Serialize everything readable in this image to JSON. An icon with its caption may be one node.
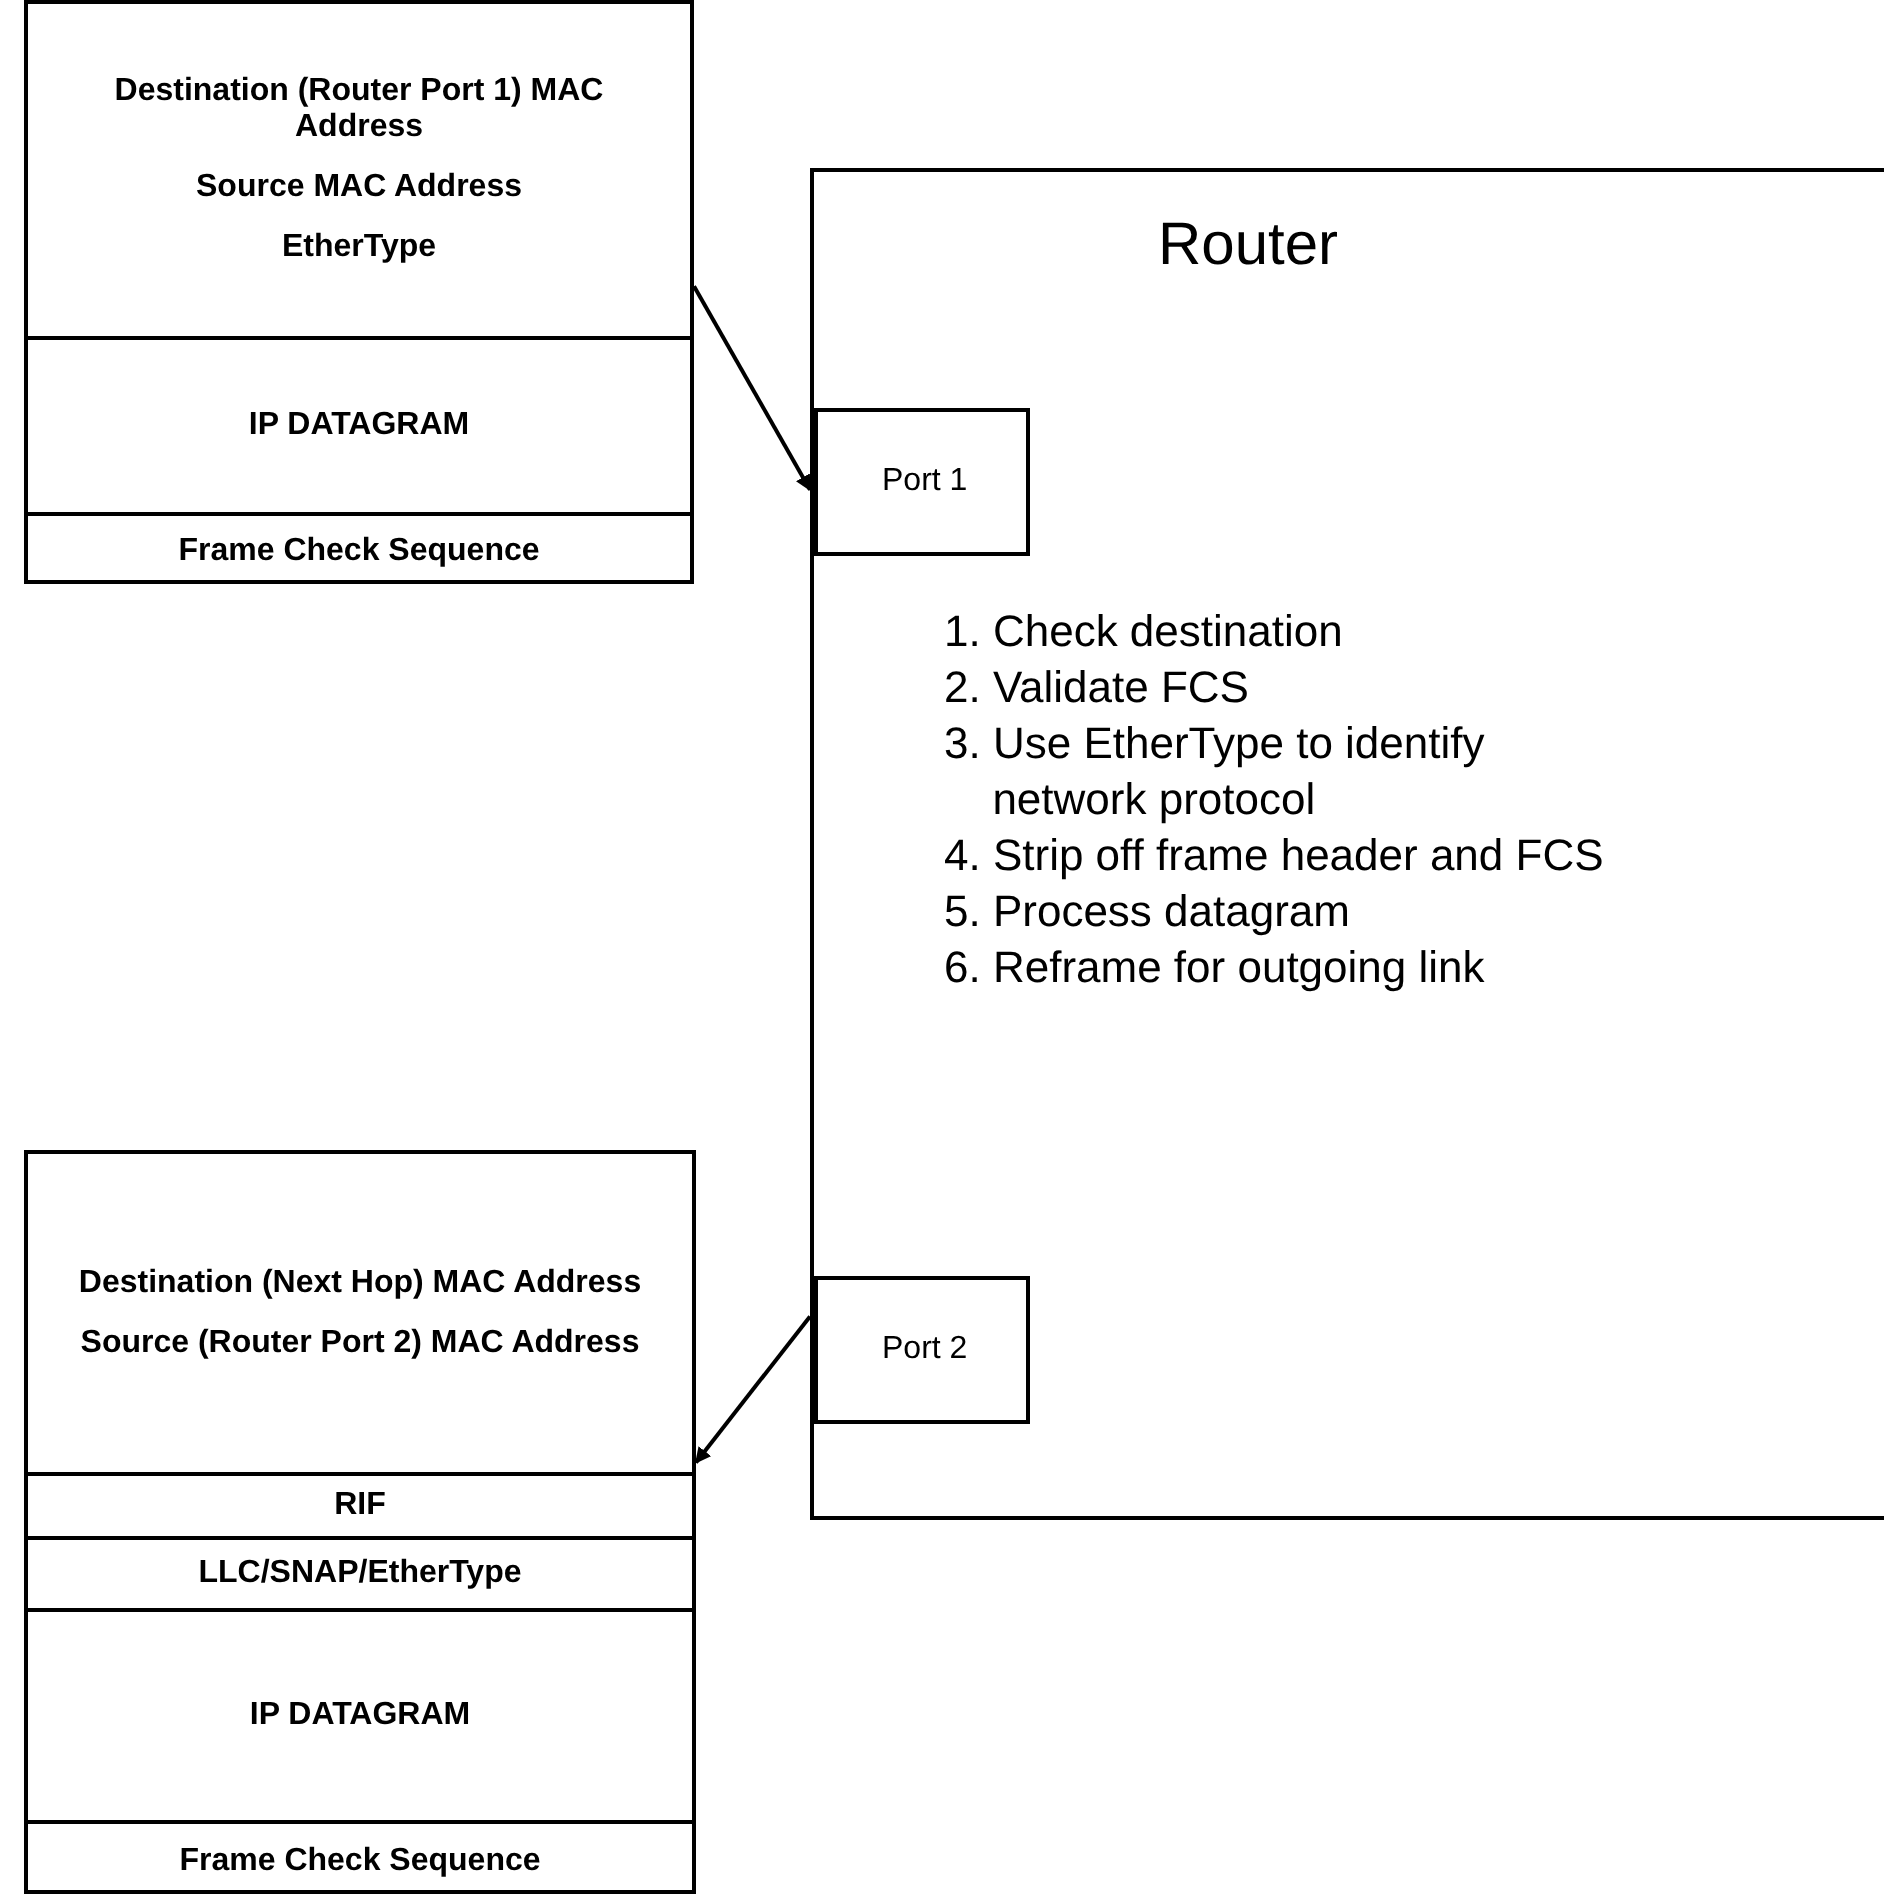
{
  "diagram": {
    "nodes": [
      {
        "text": [],
        "shape": "box"
      },
      {
        "text": [
          "Destination (Router Port 1) MAC Address",
          "Source MAC Address",
          "EtherType"
        ],
        "in": 0
      },
      {
        "text": [
          "IP DATAGRAM"
        ],
        "in": 0
      },
      {
        "text": [
          "Frame Check Sequence"
        ],
        "in": 0
      },
      {
        "text": [
          "Router",
          "1. Check destination",
          "2. Validate FCS",
          "3. Use EtherType to identify network protocol",
          "4. Strip off frame header and FCS",
          "5. Process datagram",
          "6. Reframe for outgoing link"
        ]
      },
      {
        "text": [
          "Port 1"
        ],
        "in": 4
      },
      {
        "text": [
          "Port 2"
        ],
        "in": 4
      },
      {
        "text": [],
        "shape": "box"
      },
      {
        "text": [
          "Destination (Next Hop) MAC Address",
          "Source (Router Port 2) MAC Address"
        ],
        "in": 7
      },
      {
        "text": [
          "RIF"
        ],
        "in": 7
      },
      {
        "text": [
          "LLC/SNAP/EtherType"
        ],
        "in": 7
      },
      {
        "text": [
          "IP DATAGRAM"
        ],
        "in": 7
      },
      {
        "text": [
          "Frame Check Sequence"
        ],
        "in": 7
      }
    ],
    "edges": [
      {
        "from": 0,
        "to": 5,
        "arrow": "to"
      },
      {
        "from": 6,
        "to": 7,
        "arrow": "to"
      }
    ]
  }
}
